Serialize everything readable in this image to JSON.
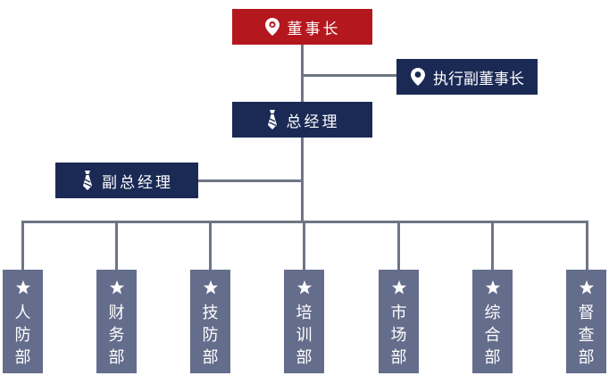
{
  "nodes": {
    "chairman": "董事长",
    "executive_vice_chairman": "执行副董事长",
    "general_manager": "总经理",
    "deputy_general_manager": "副总经理"
  },
  "departments": [
    {
      "label": "人防部"
    },
    {
      "label": "财务部"
    },
    {
      "label": "技防部"
    },
    {
      "label": "培训部"
    },
    {
      "label": "市场部"
    },
    {
      "label": "综合部"
    },
    {
      "label": "督查部"
    }
  ],
  "colors": {
    "chairman_bg": "#b5171f",
    "manager_bg": "#1b2a55",
    "department_bg": "#646d8b",
    "connector": "#6f7585"
  },
  "icons": {
    "leadership": "location-pin-icon",
    "management": "necktie-icon",
    "department": "star-icon"
  }
}
